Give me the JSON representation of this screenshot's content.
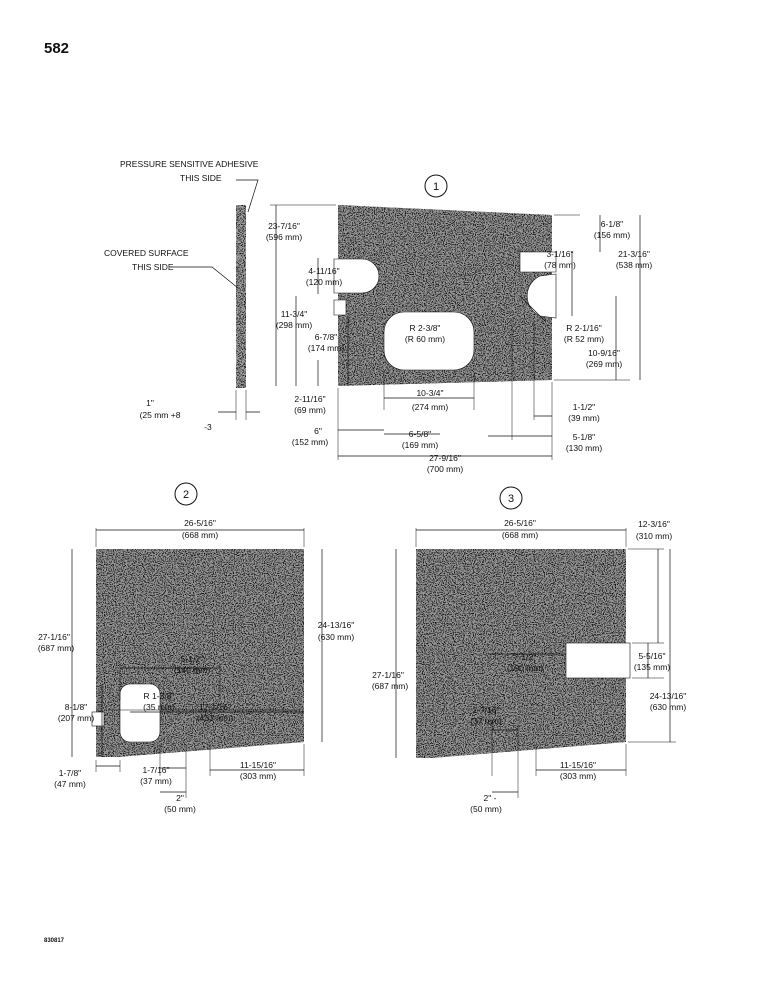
{
  "page_number": "582",
  "doc_code": "830817",
  "colors": {
    "panel_fill": "#141414",
    "speckle": "#9a9a9a",
    "background": "#ffffff"
  },
  "panel1": {
    "number": "1",
    "notes": {
      "adhesive_l1": "PRESSURE SENSITIVE ADHESIVE",
      "adhesive_l2": "THIS SIDE",
      "covered_l1": "COVERED SURFACE",
      "covered_l2": "THIS SIDE"
    },
    "thickness": {
      "a": "1\"",
      "b": "(25 mm +8",
      "c": "-3"
    },
    "dims": {
      "d23_7_16": "23-7/16\"",
      "d23_7_16_mm": "(596 mm)",
      "d4_11_16": "4-11/16\"",
      "d4_11_16_mm": "(120 mm)",
      "d11_3_4": "11-3/4\"",
      "d11_3_4_mm": "(298 mm)",
      "d6_7_8": "6-7/8\"",
      "d6_7_8_mm": "(174 mm)",
      "d2_11_16": "2-11/16\"",
      "d2_11_16_mm": "(69 mm)",
      "r2_3_8": "R 2-3/8\"",
      "r2_3_8_mm": "(R 60 mm)",
      "d10_3_4": "10-3/4\"",
      "d10_3_4_mm": "(274 mm)",
      "d6": "6\"",
      "d6_mm": "(152 mm)",
      "d6_5_8": "6-5/8\"",
      "d6_5_8_mm": "(169 mm)",
      "d27_9_16": "27-9/16\"",
      "d27_9_16_mm": "(700 mm)",
      "d6_1_8": "6-1/8\"",
      "d6_1_8_mm": "(156 mm)",
      "d3_1_16": "3-1/16\"",
      "d3_1_16_mm": "(78 mm)",
      "d21_3_16": "21-3/16\"",
      "d21_3_16_mm": "(538 mm)",
      "r2_1_16": "R 2-1/16\"",
      "r2_1_16_mm": "(R 52 mm)",
      "d10_9_16": "10-9/16\"",
      "d10_9_16_mm": "(269 mm)",
      "d1_1_2": "1-1/2\"",
      "d1_1_2_mm": "(39 mm)",
      "d5_1_8": "5-1/8\"",
      "d5_1_8_mm": "(130 mm)"
    }
  },
  "panel2": {
    "number": "2",
    "dims": {
      "d26_5_16": "26-5/16\"",
      "d26_5_16_mm": "(668 mm)",
      "d27_1_16": "27-1/16\"",
      "d27_1_16_mm": "(687 mm)",
      "d24_13_16": "24-13/16\"",
      "d24_13_16_mm": "(630 mm)",
      "d5_1_2": "5-1/2\"",
      "d5_1_2_mm": "(140 mm)",
      "r1_3_8": "R 1-3/8\"",
      "r1_3_8_mm": "(35 mm)",
      "d17_1_16": "17-1/16\"",
      "d17_1_16_mm": "(433 mm)",
      "d8_1_8": "8-1/8\"",
      "d8_1_8_mm": "(207 mm)",
      "d1_7_8": "1-7/8\"",
      "d1_7_8_mm": "(47 mm)",
      "d1_7_16": "1-7/16\"",
      "d1_7_16_mm": "(37 mm)",
      "d11_15_16": "11-15/16\"",
      "d11_15_16_mm": "(303 mm)",
      "d2": "2\"",
      "d2_mm": "(50 mm)"
    }
  },
  "panel3": {
    "number": "3",
    "dims": {
      "d26_5_16": "26-5/16\"",
      "d26_5_16_mm": "(668 mm)",
      "d12_3_16": "12-3/16\"",
      "d12_3_16_mm": "(310 mm)",
      "d27_1_16": "27-1/16\"",
      "d27_1_16_mm": "(687 mm)",
      "d7_1_2": "7-1/2\"",
      "d7_1_2_mm": "(190 mm)",
      "d5_5_16": "5-5/16\"",
      "d5_5_16_mm": "(135 mm)",
      "d24_13_16": "24-13/16\"",
      "d24_13_16_mm": "(630 mm)",
      "d1_7_16": "1-7/16\"",
      "d1_7_16_mm": "(37 mm)",
      "d11_15_16": "11-15/16\"",
      "d11_15_16_mm": "(303 mm)",
      "d2": "2\" -",
      "d2_mm": "(50 mm)"
    }
  }
}
